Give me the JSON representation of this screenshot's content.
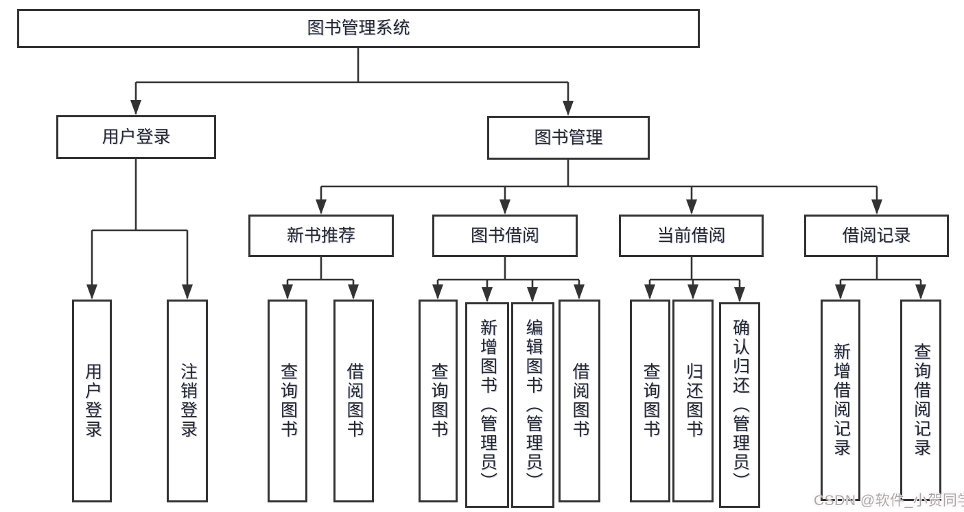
{
  "title": "图书管理系统",
  "colors": {
    "line": "#333333",
    "box_border": "#333333",
    "text": "#262626",
    "background": "#ffffff",
    "watermark": "#a8a8a8"
  },
  "tree": {
    "label": "图书管理系统",
    "children": [
      {
        "label": "用户登录",
        "children": [
          {
            "label": "用户登录"
          },
          {
            "label": "注销登录"
          }
        ]
      },
      {
        "label": "图书管理",
        "children": [
          {
            "label": "新书推荐",
            "children": [
              {
                "label": "查询图书"
              },
              {
                "label": "借阅图书"
              }
            ]
          },
          {
            "label": "图书借阅",
            "children": [
              {
                "label": "查询图书"
              },
              {
                "label": "新增图书（管理员）"
              },
              {
                "label": "编辑图书（管理员）"
              },
              {
                "label": "借阅图书"
              }
            ]
          },
          {
            "label": "当前借阅",
            "children": [
              {
                "label": "查询图书"
              },
              {
                "label": "归还图书"
              },
              {
                "label": "确认归还（管理员）"
              }
            ]
          },
          {
            "label": "借阅记录",
            "children": [
              {
                "label": "新增借阅记录"
              },
              {
                "label": "查询借阅记录"
              }
            ]
          }
        ]
      }
    ]
  },
  "watermark": {
    "text": "CSDN @软件_小贺同学"
  }
}
